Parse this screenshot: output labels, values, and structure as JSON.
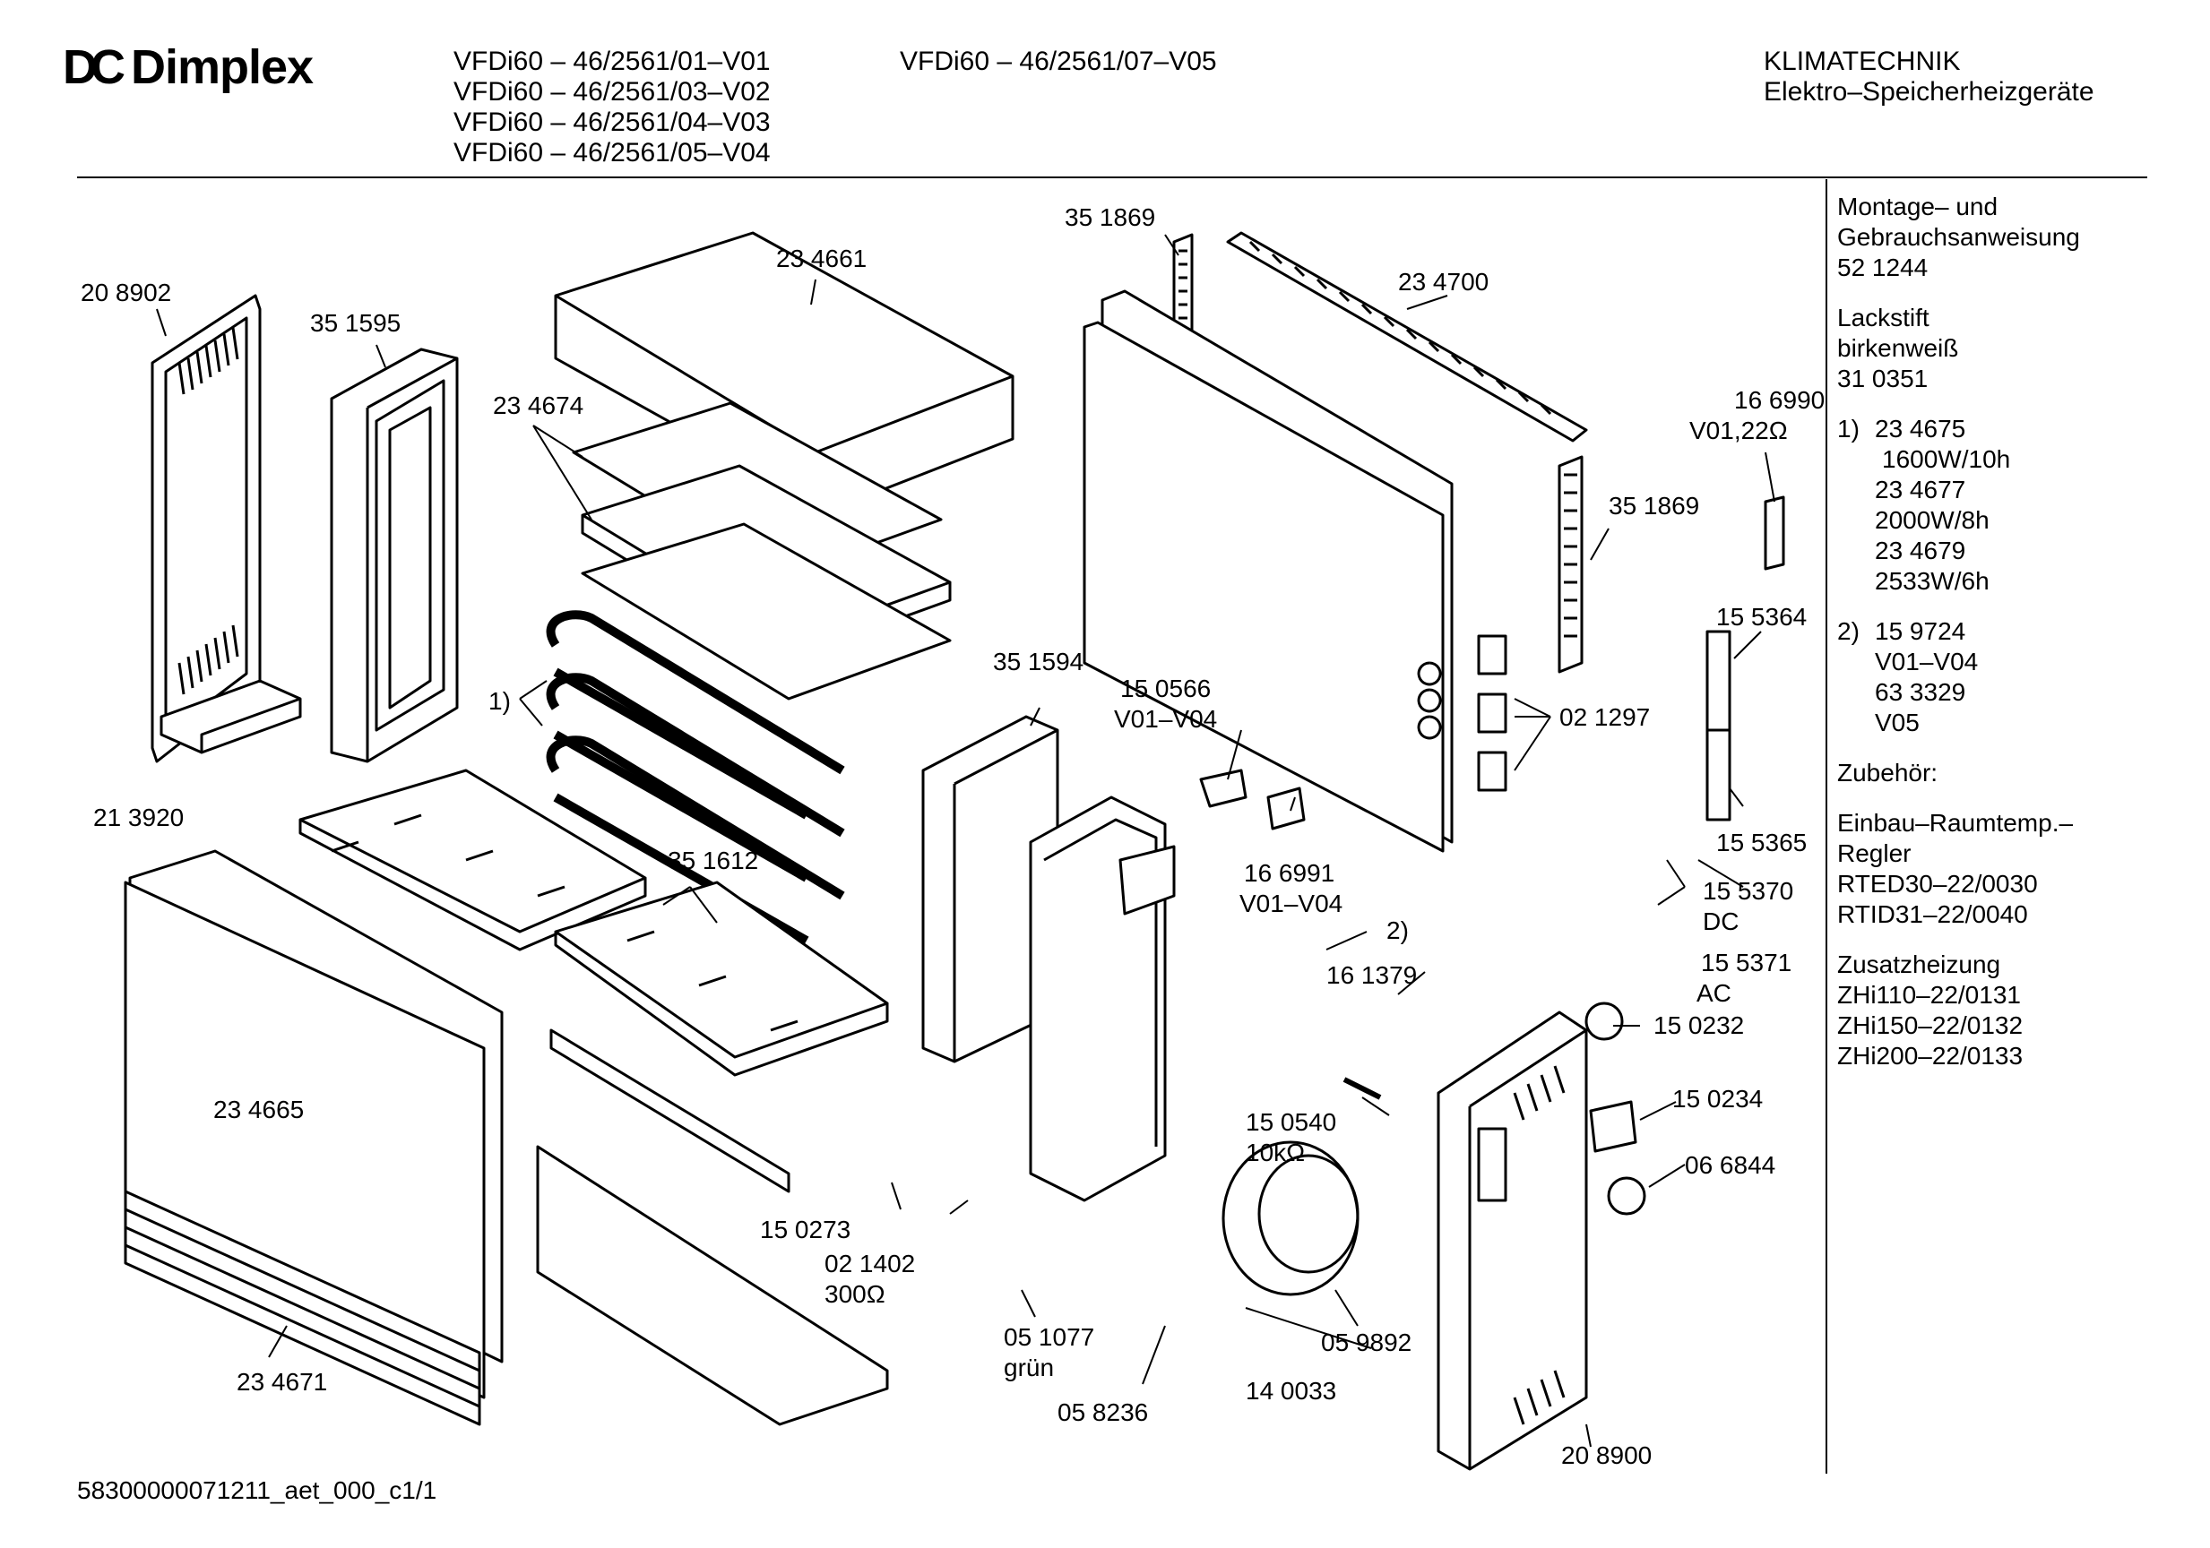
{
  "brand": {
    "name": "Dimplex",
    "logo_mark": "DC"
  },
  "header": {
    "models_col1": [
      "VFDi60 – 46/2561/01–V01",
      "VFDi60 – 46/2561/03–V02",
      "VFDi60 – 46/2561/04–V03",
      "VFDi60 – 46/2561/05–V04"
    ],
    "models_col2": [
      "VFDi60 – 46/2561/07–V05"
    ],
    "category": "KLIMATECHNIK",
    "subcategory": "Elektro–Speicherheizgeräte"
  },
  "sidebar": {
    "manual": [
      "Montage– und",
      "Gebrauchsanweisung",
      "52 1244"
    ],
    "paint": [
      "Lackstift",
      "birkenweiß",
      "31 0351"
    ],
    "note1": {
      "marker": "1)",
      "lines": [
        "23 4675",
        "1600W/10h",
        "23 4677",
        "2000W/8h",
        "23 4679",
        "2533W/6h"
      ]
    },
    "note2": {
      "marker": "2)",
      "lines": [
        "15 9724",
        "V01–V04",
        "63 3329",
        "V05"
      ]
    },
    "accessories_title": "Zubehör:",
    "controller": [
      "Einbau–Raumtemp.–",
      "Regler",
      "RTED30–22/0030",
      "RTID31–22/0040"
    ],
    "aux_heating": [
      "Zusatzheizung",
      "ZHi110–22/0131",
      "ZHi150–22/0132",
      "ZHi200–22/0133"
    ]
  },
  "parts": {
    "p208902": "20 8902",
    "p351595": "35 1595",
    "p234661": "23 4661",
    "p351869a": "35 1869",
    "p234700": "23 4700",
    "p234674": "23 4674",
    "p166990": "16 6990",
    "p166990_sub": "V01,22Ω",
    "p351869b": "35 1869",
    "p155364": "15 5364",
    "note1_marker": "1)",
    "p351594": "35 1594",
    "p150566": "15 0566",
    "p150566_sub": "V01–V04",
    "p021297": "02 1297",
    "p213920": "21 3920",
    "p351612": "35 1612",
    "p166991": "16 6991",
    "p166991_sub": "V01–V04",
    "p155365": "15 5365",
    "p155370": "15 5370",
    "p155370_sub": "DC",
    "note2_marker": "2)",
    "p161379": "16 1379",
    "p155371": "15 5371",
    "p155371_sub": "AC",
    "p150232": "15 0232",
    "p234665": "23 4665",
    "p150540": "15 0540",
    "p150540_sub": "10kΩ",
    "p150234": "15 0234",
    "p066844": "06 6844",
    "p150273": "15 0273",
    "p021402": "02 1402",
    "p021402_sub": "300Ω",
    "p051077": "05 1077",
    "p051077_sub": "grün",
    "p059892": "05 9892",
    "p234671": "23 4671",
    "p140033": "14 0033",
    "p058236": "05 8236",
    "p208900": "20 8900"
  },
  "footer": "58300000071211_aet_000_c1/1"
}
